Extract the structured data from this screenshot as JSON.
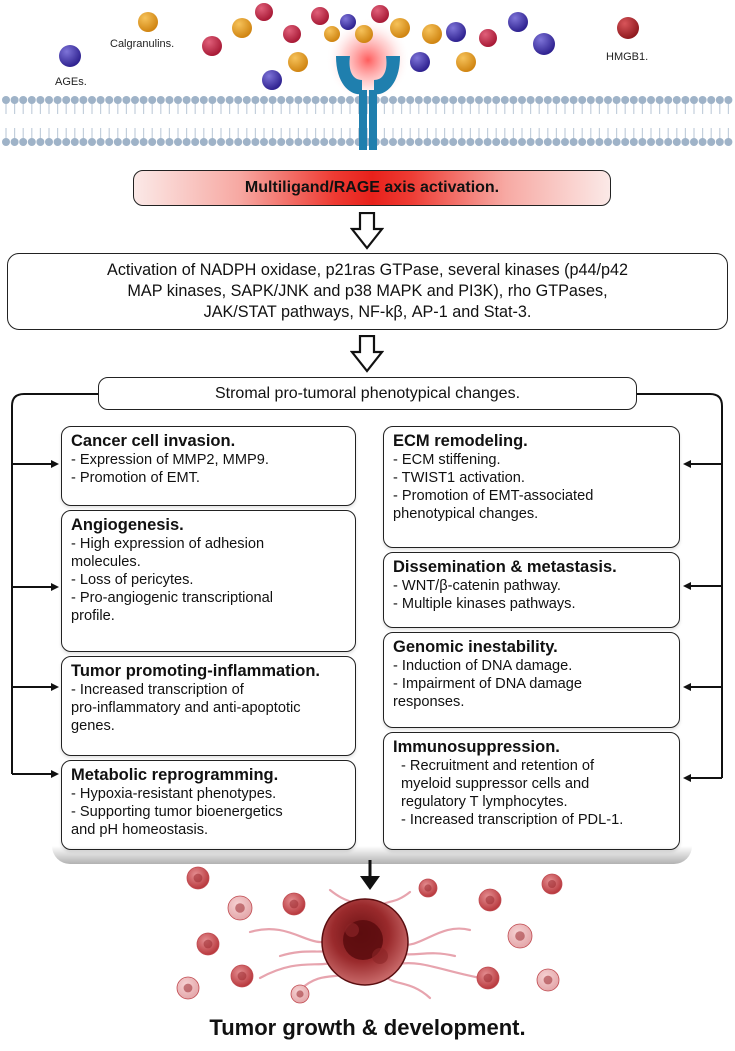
{
  "ligands": {
    "ages": "AGEs.",
    "calgranulins": "Calgranulins.",
    "hmgb1": "HMGB1."
  },
  "axis_activation": "Multiligand/RAGE axis activation.",
  "activation_text": "Activation of NADPH oxidase, p21ras GTPase, several kinases (p44/p42\nMAP kinases, SAPK/JNK and p38 MAPK and PI3K), rho GTPases,\nJAK/STAT pathways, NF-kβ, AP-1 and Stat-3.",
  "stromal_changes": "Stromal pro-tumoral phenotypical changes.",
  "left_cards": [
    {
      "title": "Cancer cell invasion.",
      "items": [
        "- Expression of MMP2, MMP9.",
        "- Promotion of EMT."
      ]
    },
    {
      "title": "Angiogenesis.",
      "items": [
        "- High expression of adhesion",
        "molecules.",
        "- Loss of pericytes.",
        "- Pro-angiogenic transcriptional",
        "profile."
      ]
    },
    {
      "title": "Tumor promoting-inflammation.",
      "items": [
        "- Increased transcription of",
        "pro-inflammatory and anti-apoptotic",
        "genes."
      ]
    },
    {
      "title": "Metabolic reprogramming.",
      "items": [
        "- Hypoxia-resistant phenotypes.",
        "- Supporting tumor bioenergetics",
        "and pH homeostasis."
      ]
    }
  ],
  "right_cards": [
    {
      "title": "ECM remodeling.",
      "items": [
        "- ECM stiffening.",
        "- TWIST1 activation.",
        "- Promotion of EMT-associated",
        "phenotypical changes."
      ]
    },
    {
      "title": "Dissemination & metastasis.",
      "items": [
        "- WNT/β-catenin pathway.",
        "- Multiple kinases pathways."
      ]
    },
    {
      "title": "Genomic inestability.",
      "items": [
        "- Induction of DNA damage.",
        "- Impairment of DNA damage",
        "responses."
      ]
    },
    {
      "title": "Immunosuppression.",
      "items": [
        "- Recruitment and retention of",
        "myeloid suppressor cells and",
        "regulatory T lymphocytes.",
        "- Increased transcription of PDL-1."
      ]
    }
  ],
  "outcome": "Tumor growth & development.",
  "colors": {
    "ages": "#3b2a9e",
    "calgranulins": "#e39a1c",
    "hmgb1": "#b8233f",
    "receptor": "#1f7fae",
    "membrane": "#9fb3c8",
    "axis_red": "#e8211b",
    "tumor": "#8a1e22",
    "fiber": "#e7a4ae"
  },
  "icons": [
    "membrane-icon",
    "rage-receptor-icon",
    "ligand-molecule-icon",
    "down-arrow-icon",
    "tumor-cell-icon"
  ]
}
